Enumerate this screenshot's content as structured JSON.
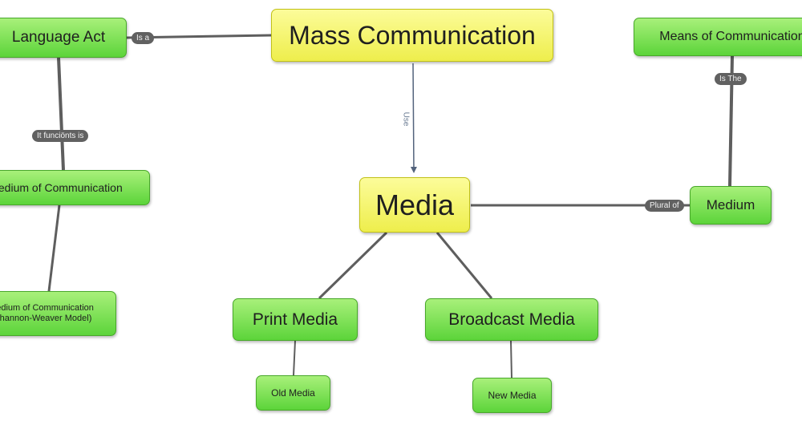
{
  "nodes": {
    "mass_communication": "Mass Communication",
    "media": "Media",
    "language_act": "Language Act",
    "means_of_communication": "Means of Communication",
    "medium_of_communication": "Medium of Communication",
    "medium_of_communication_model_line1": "Medium of Communication",
    "medium_of_communication_model_line2": "(Shannon-Weaver Model)",
    "medium": "Medium",
    "print_media": "Print Media",
    "broadcast_media": "Broadcast Media",
    "old_media": "Old Media",
    "new_media": "New Media"
  },
  "links": {
    "is_a": "Is a",
    "it_functions_is": "It funciönts is",
    "use": "Use",
    "is_the": "Is The",
    "plural_of": "Plural of"
  },
  "colors": {
    "concept_yellow": "#f3f36a",
    "concept_green": "#7be455",
    "link_line": "#5e5e5e",
    "arrow_line": "#53637c",
    "link_label_bg": "#616161"
  }
}
